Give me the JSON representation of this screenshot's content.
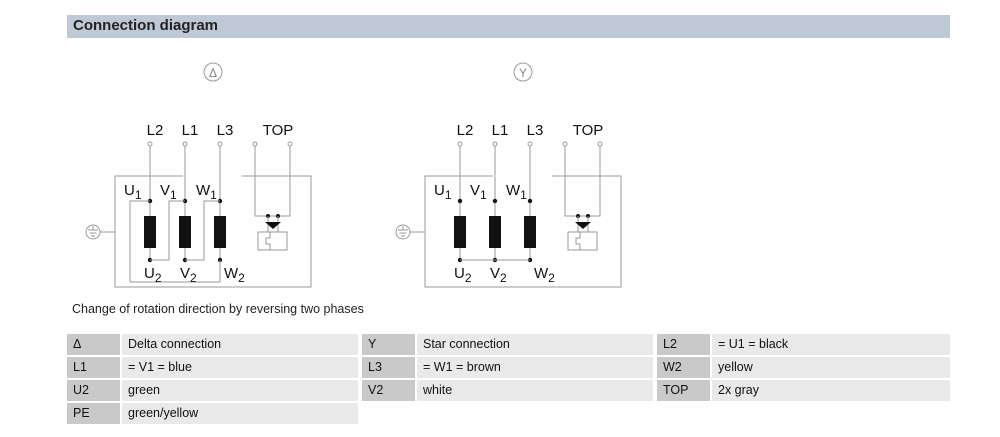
{
  "header": {
    "title": "Connection diagram"
  },
  "diagrams": [
    {
      "symbol": "Δ",
      "labels": {
        "l2": "L2",
        "l1": "L1",
        "l3": "L3",
        "top": "TOP",
        "u1": "U",
        "v1": "V",
        "w1": "W",
        "u2": "U",
        "v2": "V",
        "w2": "W",
        "s1": "1",
        "s2": "2"
      }
    },
    {
      "symbol": "Y",
      "labels": {
        "l2": "L2",
        "l1": "L1",
        "l3": "L3",
        "top": "TOP",
        "u1": "U",
        "v1": "V",
        "w1": "W",
        "u2": "U",
        "v2": "V",
        "w2": "W",
        "s1": "1",
        "s2": "2"
      }
    }
  ],
  "note": "Change of rotation direction by reversing two phases",
  "legend": [
    [
      {
        "k": "Δ",
        "v": "Delta connection"
      },
      {
        "k": "Y",
        "v": "Star connection"
      },
      {
        "k": "L2",
        "v": "= U1 = black"
      }
    ],
    [
      {
        "k": "L1",
        "v": "= V1 = blue"
      },
      {
        "k": "L3",
        "v": "= W1 = brown"
      },
      {
        "k": "W2",
        "v": "yellow"
      }
    ],
    [
      {
        "k": "U2",
        "v": "green"
      },
      {
        "k": "V2",
        "v": "white"
      },
      {
        "k": "TOP",
        "v": "2x gray"
      }
    ],
    [
      {
        "k": "PE",
        "v": "green/yellow"
      }
    ]
  ]
}
